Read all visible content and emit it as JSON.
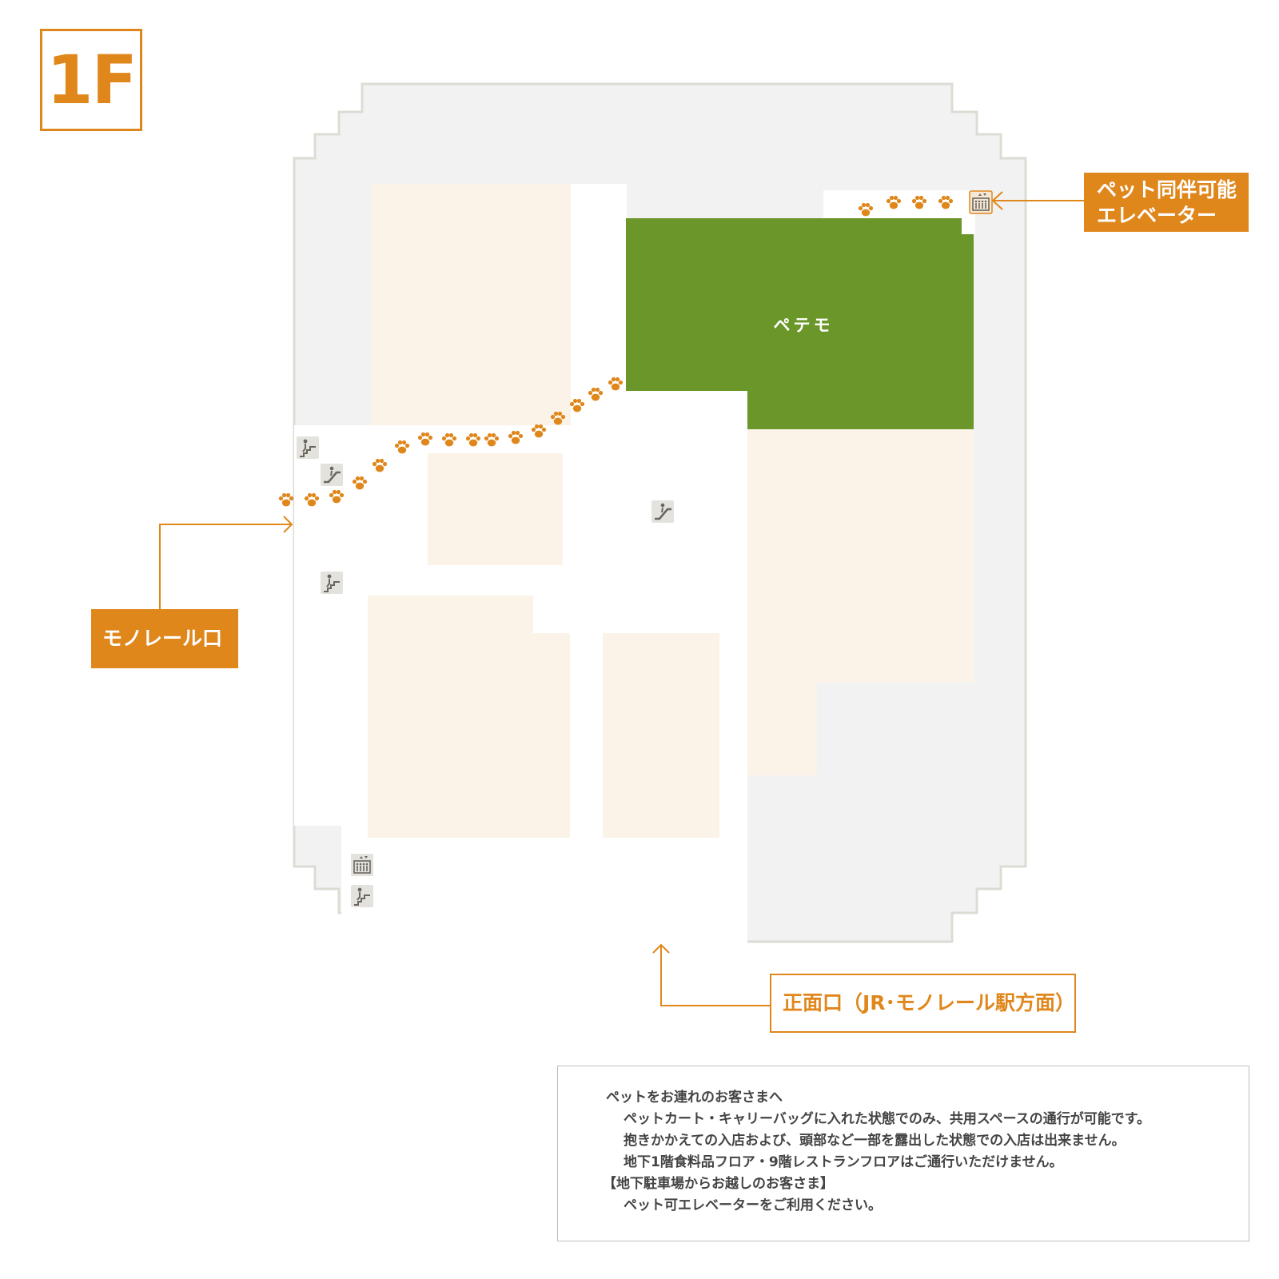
{
  "floor": {
    "label": "1F"
  },
  "shops": [
    {
      "name": "ペテモ"
    }
  ],
  "callouts": {
    "pet_elevator": {
      "line1": "ペット同伴可能",
      "line2": "エレベーター"
    },
    "monorail_entrance": "モノレール口",
    "main_entrance": "正面口（JR･モノレール駅方面）"
  },
  "notice": {
    "heading": "ペットをお連れのお客さまへ",
    "lines": [
      "ペットカート・キャリーバッグに入れた状態でのみ、共用スペースの通行が可能です。",
      "抱きかかえての入店および、頭部など一部を露出した状態での入店は出来ません。",
      "地下1階食料品フロア・9階レストランフロアはご通行いただけません。"
    ],
    "parking_heading": "【地下駐車場からお越しのお客さま】",
    "parking_line": "ペット可エレベーターをご利用ください。"
  },
  "legend_icons": [
    "stairs-icon",
    "escalator-icon",
    "elevator-icon",
    "paw-print-icon",
    "arrow-icon"
  ],
  "colors": {
    "accent": "#e0871c",
    "pet_shop": "#6b962a",
    "shop_area": "#fbf3e8",
    "outer_area": "#f2f2f2",
    "outline": "#dcdcd5",
    "icon_bg": "#e4e2dd",
    "icon_fg": "#6a6660"
  }
}
